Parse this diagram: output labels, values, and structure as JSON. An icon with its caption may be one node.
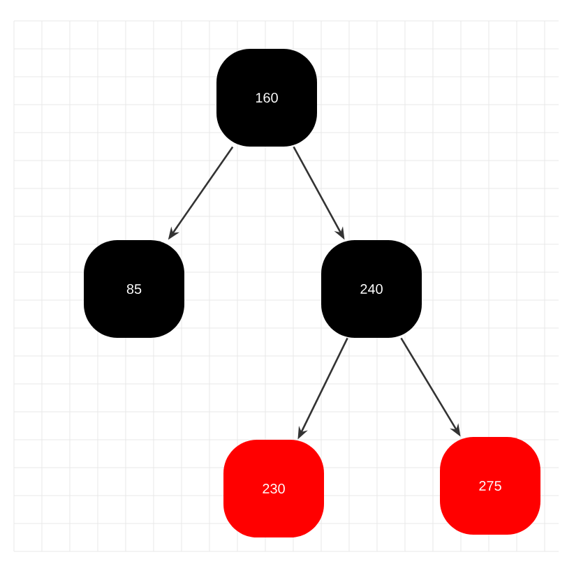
{
  "diagram": {
    "nodes": [
      {
        "text": [
          "160"
        ]
      },
      {
        "text": [
          "85"
        ]
      },
      {
        "text": [
          "240"
        ]
      },
      {
        "text": [
          "230"
        ]
      },
      {
        "text": [
          "275"
        ]
      }
    ],
    "edges": [
      {
        "from": 0,
        "to": 1,
        "arrow": "to"
      },
      {
        "from": 0,
        "to": 2,
        "arrow": "to"
      },
      {
        "from": 2,
        "to": 3,
        "arrow": "to"
      },
      {
        "from": 2,
        "to": 4,
        "arrow": "to"
      }
    ]
  }
}
